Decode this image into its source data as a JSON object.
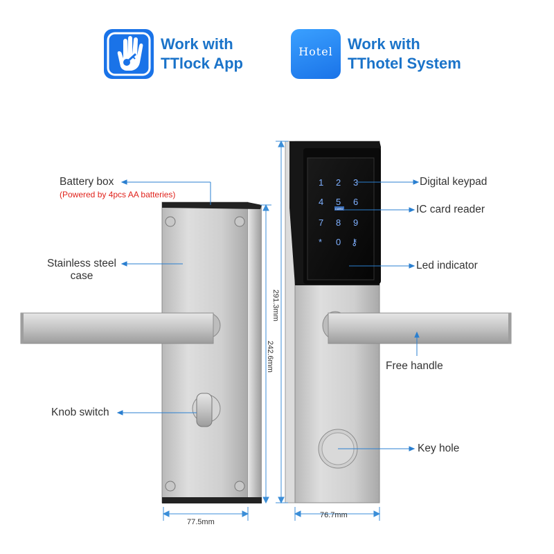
{
  "badges": {
    "ttlock": {
      "line1": "Work with",
      "line2": "TTlock App"
    },
    "tthotel": {
      "line1": "Work with",
      "line2": "TThotel System",
      "logo_text": "Hotel"
    }
  },
  "callouts": {
    "battery_box": "Battery box",
    "battery_note": "(Powered by 4pcs AA batteries)",
    "steel_case_line1": "Stainless steel",
    "steel_case_line2": "case",
    "knob_switch": "Knob switch",
    "digital_keypad": "Digital keypad",
    "ic_card_reader": "IC card reader",
    "led_indicator": "Led indicator",
    "free_handle": "Free handle",
    "key_hole": "Key hole"
  },
  "dimensions": {
    "height_total": "291.3mm",
    "height_panel": "242.6mm",
    "width_back": "77.5mm",
    "width_front": "76.7mm"
  },
  "keypad": {
    "keys": [
      "1",
      "2",
      "3",
      "4",
      "5",
      "6",
      "7",
      "8",
      "9",
      "*",
      "0",
      "⚷"
    ],
    "card_label": "CARD"
  },
  "colors": {
    "accent_blue": "#1a73e8",
    "callout_blue": "#2a7fd0",
    "dimension_blue": "#3b8ed8",
    "note_red": "#e0221b"
  }
}
